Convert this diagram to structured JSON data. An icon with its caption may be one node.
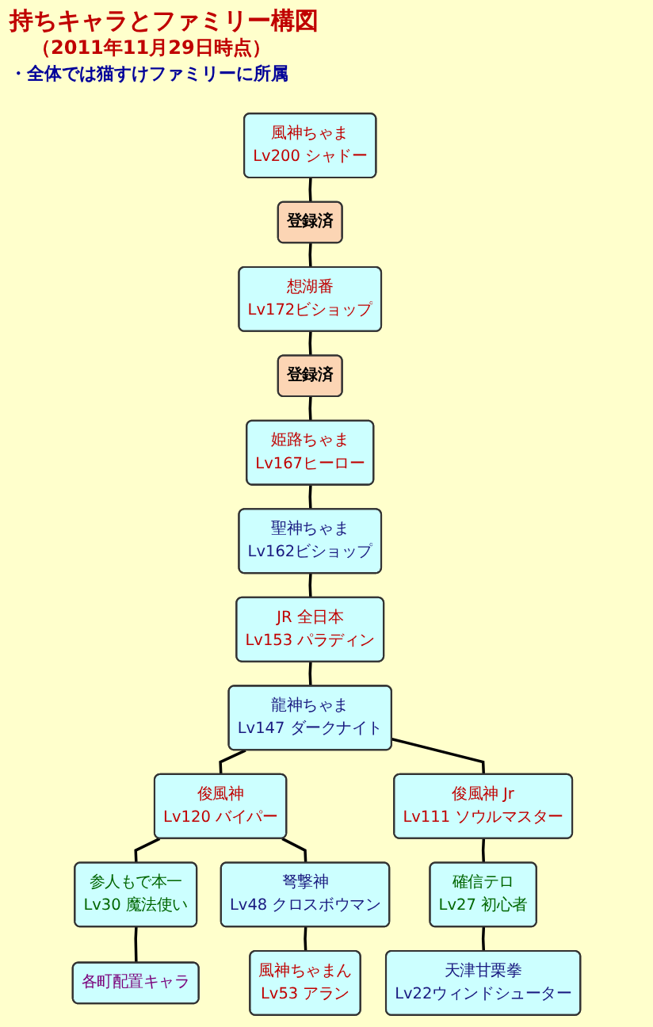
{
  "diagram": {
    "title": "持ちキャラとファミリー構図",
    "nodes": [
      {
        "text": [
          "風神ちゃま",
          "Lv200 シャドー"
        ]
      },
      {
        "text": [
          "登録済"
        ]
      },
      {
        "text": [
          "想湖番",
          "Lv172ビショップ"
        ]
      },
      {
        "text": [
          "登録済"
        ]
      },
      {
        "text": [
          "姫路ちゃま",
          "Lv167ヒーロー"
        ]
      },
      {
        "text": [
          "聖神ちゃま",
          "Lv162ビショップ"
        ]
      },
      {
        "text": [
          "JR 全日本",
          "Lv153 パラディン"
        ]
      },
      {
        "text": [
          "龍神ちゃま",
          "Lv147 ダークナイト"
        ]
      },
      {
        "text": [
          "俊風神",
          "Lv120 バイパー"
        ]
      },
      {
        "text": [
          "俊風神 Jr",
          "Lv111 ソウルマスター"
        ]
      },
      {
        "text": [
          "参人もで本一",
          "Lv30 魔法使い"
        ]
      },
      {
        "text": [
          "弩撃神",
          "Lv48 クロスボウマン"
        ]
      },
      {
        "text": [
          "確信テロ",
          "Lv27 初心者"
        ]
      },
      {
        "text": [
          "各町配置キャラ"
        ]
      },
      {
        "text": [
          "風神ちゃまん",
          "Lv53 アラン"
        ]
      },
      {
        "text": [
          "天津甘栗拳",
          "Lv22ウィンドシューター"
        ]
      }
    ],
    "edges": [
      {
        "from": 0,
        "to": 1,
        "arrow": "none"
      },
      {
        "from": 1,
        "to": 2,
        "arrow": "none"
      },
      {
        "from": 2,
        "to": 3,
        "arrow": "none"
      },
      {
        "from": 3,
        "to": 4,
        "arrow": "none"
      },
      {
        "from": 4,
        "to": 5,
        "arrow": "none"
      },
      {
        "from": 5,
        "to": 6,
        "arrow": "none"
      },
      {
        "from": 6,
        "to": 7,
        "arrow": "none"
      },
      {
        "from": 7,
        "to": 8,
        "arrow": "none"
      },
      {
        "from": 7,
        "to": 9,
        "arrow": "none"
      },
      {
        "from": 8,
        "to": 10,
        "arrow": "none"
      },
      {
        "from": 8,
        "to": 11,
        "arrow": "none"
      },
      {
        "from": 9,
        "to": 12,
        "arrow": "none"
      },
      {
        "from": 10,
        "to": 13,
        "arrow": "none"
      },
      {
        "from": 11,
        "to": 14,
        "arrow": "none"
      },
      {
        "from": 12,
        "to": 15,
        "arrow": "none"
      }
    ],
    "labels": [
      "（2011年11月29日時点）",
      "・全体では猫すけファミリーに所属"
    ]
  }
}
